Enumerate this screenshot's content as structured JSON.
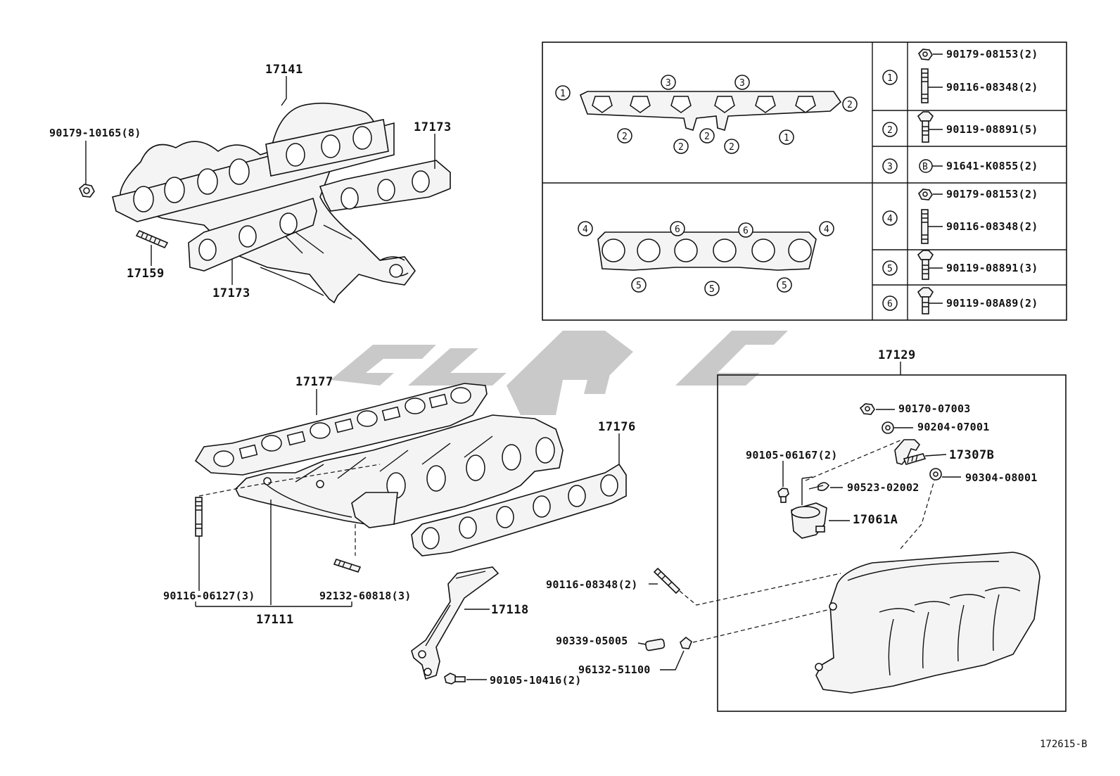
{
  "parts": {
    "exhaust_manifold": "17141",
    "exhaust_gasket_right": "17173",
    "exhaust_gasket_left": "17173",
    "exhaust_nut": "90179-10165(8)",
    "exhaust_stud": "17159",
    "intake_gasket_lower": "17177",
    "intake_gasket_upper": "17176",
    "intake_manifold_lower": "17111",
    "stud_a": "90116-06127(3)",
    "stud_b": "92132-60818(3)",
    "stay": "17118",
    "stay_bolt": "90105-10416(2)",
    "stud_c": "90116-08348(2)",
    "plug": "90339-05005",
    "hose_clip": "96132-51100",
    "intake_assembly": "17129",
    "nut_a": "90170-07003",
    "washer_a": "90204-07001",
    "bracket": "17307B",
    "bolt_a": "90105-06167(2)",
    "clamp": "90523-02002",
    "washer_b": "90304-08001",
    "actuator": "17061A",
    "diagram_code": "172615-B"
  },
  "fastener_table": {
    "rows": [
      {
        "circle": "1",
        "items": [
          "90179-08153(2)",
          "90116-08348(2)"
        ]
      },
      {
        "circle": "2",
        "items": [
          "90119-08891(5)"
        ]
      },
      {
        "circle": "3",
        "items": [
          "91641-K0855(2)"
        ]
      },
      {
        "circle": "4",
        "items": [
          "90179-08153(2)",
          "90116-08348(2)"
        ]
      },
      {
        "circle": "5",
        "items": [
          "90119-08891(3)"
        ]
      },
      {
        "circle": "6",
        "items": [
          "90119-08A89(2)"
        ]
      }
    ]
  },
  "gasket_upper_callouts": [
    "1",
    "3",
    "3",
    "2",
    "2",
    "2",
    "2",
    "2",
    "1"
  ],
  "gasket_lower_callouts": [
    "4",
    "6",
    "6",
    "4",
    "5",
    "5",
    "5"
  ]
}
